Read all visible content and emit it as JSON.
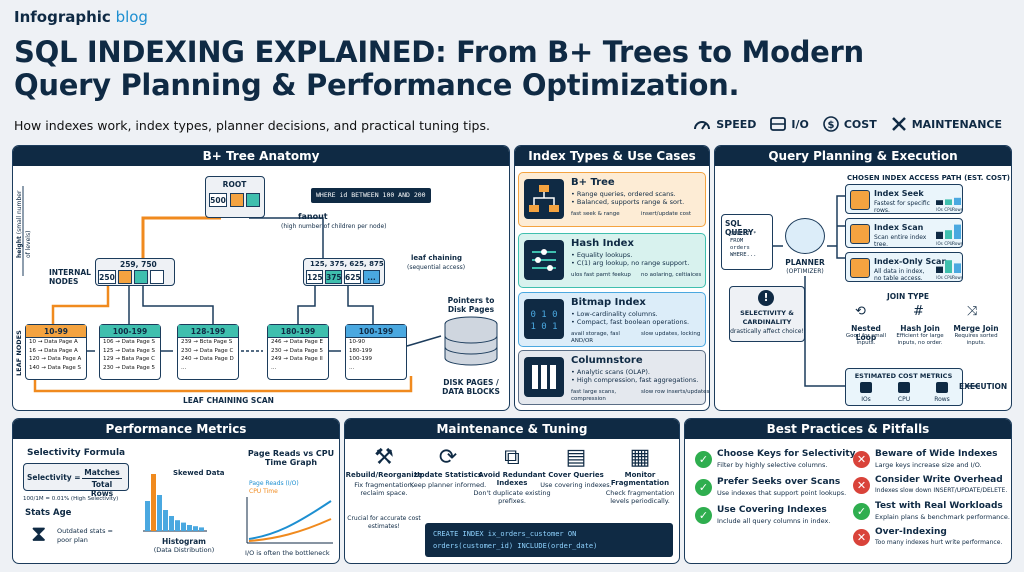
{
  "brand": {
    "part1": "Infographic",
    "part2": " blog"
  },
  "title_line1": "SQL INDEXING EXPLAINED: From B+ Trees to Modern",
  "title_line2": "Query Planning & Performance Optimization.",
  "subtitle": "How indexes work, index types, planner decisions, and practical tuning tips.",
  "legend": [
    {
      "icon": "speedometer-icon",
      "label": "SPEED"
    },
    {
      "icon": "disk-icon",
      "label": "I/O"
    },
    {
      "icon": "dollar-icon",
      "label": "COST"
    },
    {
      "icon": "wrench-icon",
      "label": "MAINTENANCE"
    }
  ],
  "btree": {
    "header": "B+ Tree Anatomy",
    "root_label": "ROOT",
    "root_key": "500",
    "query": "WHERE id BETWEEN 100 AND 200",
    "fanout": "fanout",
    "fanout_note": "(high number of children per node)",
    "height": "height",
    "height_note": "(small number of levels)",
    "internal_nodes": "INTERNAL NODES",
    "leaf_nodes": "LEAF NODES",
    "internal_left_range": "259, 750",
    "internal_left_key": "250",
    "internal_right_range": "125, 375, 625, 875",
    "internal_right_keys": [
      "125",
      "375",
      "625",
      "..."
    ],
    "leaf_chaining": "leaf chaining",
    "leaf_chaining_note": "(sequential access)",
    "pointers_to": "Pointers to Disk Pages",
    "disk_pages": "DISK PAGES / DATA BLOCKS",
    "scan_label": "LEAF CHAINING SCAN",
    "leaves": [
      {
        "head": "10-99",
        "rows": [
          "10 → Data Page A",
          "16 → Data Page A",
          "120 → Data Page A",
          "140 → Data Page S"
        ],
        "color": "#f4a340"
      },
      {
        "head": "100-199",
        "rows": [
          "106 → Data Page S",
          "125 → Data Page S",
          "129 → Bata Page C",
          "230 → Data Page 5"
        ],
        "color": "#3fbfae"
      },
      {
        "head": "128-199",
        "rows": [
          "239 → Bcta Page S",
          "230 → Data Page C",
          "240 → Data Page D",
          "..."
        ],
        "color": "#3fbfae"
      },
      {
        "head": "180-199",
        "rows": [
          "246 → Data Page E",
          "230 → Data Page 5",
          "249 → Data Page II",
          "..."
        ],
        "color": "#3fbfae"
      },
      {
        "head": "100-199",
        "rows": [
          "10-90",
          "180-199",
          "100-199",
          "..."
        ],
        "color": "#4aa8e0"
      }
    ]
  },
  "types": {
    "header": "Index Types & Use Cases",
    "cards": [
      {
        "name": "B+ Tree",
        "desc": [
          "• Range queries, ordered scans.",
          "• Balanced, supports range & sort."
        ],
        "pro": "fast seek & range",
        "con": "insert/update cost",
        "color": "#f4a340",
        "bg": "#fdecd5"
      },
      {
        "name": "Hash Index",
        "desc": [
          "• Equality lookups.",
          "• C(1) arg lookup, no range support."
        ],
        "pro": "ulos fast pamt feekup",
        "con": "no aolaring, celtiaices",
        "color": "#3fbfae",
        "bg": "#d8f2ee"
      },
      {
        "name": "Bitmap Index",
        "desc": [
          "• Low-cardinality columns.",
          "• Compact, fast boolean operations."
        ],
        "pro": "avail storage, fasl AND/OR",
        "con": "slow updates, locking",
        "color": "#4aa8e0",
        "bg": "#dcedf9"
      },
      {
        "name": "Columnstore",
        "desc": [
          "• Analytic scans (OLAP).",
          "• High compression, fast aggregations."
        ],
        "pro": "fast large scans, compression",
        "con": "slow row inserts/updates",
        "color": "#5a6d85",
        "bg": "#e4e8ee"
      }
    ]
  },
  "planning": {
    "header": "Query Planning & Execution",
    "sql_query": "SQL QUERY",
    "sql_code": [
      "SELECT *",
      "FROM",
      "orders",
      "WHERE..."
    ],
    "planner": "PLANNER",
    "optimizer": "(OPTIMIZER)",
    "chosen": "CHOSEN INDEX ACCESS PATH (EST. COST)",
    "paths": [
      {
        "name": "Index Seek",
        "desc": "Fastest for specific rows.",
        "bars": [
          0.3,
          0.35,
          0.45
        ]
      },
      {
        "name": "Index Scan",
        "desc": "Scan entire index tree.",
        "bars": [
          0.45,
          0.55,
          0.9
        ]
      },
      {
        "name": "Index-Only Scan",
        "desc": "All data in index, no table access.",
        "bars": [
          0.4,
          0.8,
          0.6
        ]
      }
    ],
    "bar_labels": [
      "IOs",
      "CPU",
      "Rows"
    ],
    "selectivity": "SELECTIVITY & CARDINALITY",
    "selectivity_note": "drastically affect choice!",
    "join_type": "JOIN TYPE",
    "joins": [
      {
        "name": "Nested Loop",
        "desc": "Good for small inputs."
      },
      {
        "name": "Hash Join",
        "desc": "Efficient for large inputs, no order."
      },
      {
        "name": "Merge Join",
        "desc": "Requires sorted inputs."
      }
    ],
    "estimated": "ESTIMATED COST METRICS",
    "metrics": [
      "IOs",
      "CPU",
      "Rows"
    ],
    "execution": "EXECUTION"
  },
  "perf": {
    "header": "Performance Metrics",
    "sel_formula": "Selectivity Formula",
    "sel_label": "Selectivity =",
    "numerator": "Matches",
    "denominator": "Total Rows",
    "example": "100/1M = 0.01% (High Selectivity)",
    "stats_age": "Stats Age",
    "stats_note": "Outdated stats = poor plan",
    "skewed": "Skewed Data",
    "histogram": "Histogram",
    "histogram_note": "(Data Distribution)",
    "histogram_data": {
      "values": [
        0.5,
        0.95,
        0.6,
        0.35,
        0.25,
        0.18,
        0.14,
        0.1,
        0.08,
        0.06
      ],
      "skewed_index": 1
    },
    "page_reads_title": "Page Reads vs CPU Time Graph",
    "series": [
      "Page Reads (I/O)",
      "CPU Time"
    ],
    "io_note": "I/O is often the bottleneck"
  },
  "maint": {
    "header": "Maintenance & Tuning",
    "items": [
      {
        "name": "Rebuild/Reorganize",
        "desc": "Fix fragmentation, reclaim space.",
        "icon": "tools-icon"
      },
      {
        "name": "Update Statistics",
        "desc": "Keep planner informed.",
        "icon": "refresh-icon"
      },
      {
        "name": "Avoid Redundant Indexes",
        "desc": "Don't duplicate existing prefixes.",
        "icon": "duplicate-icon"
      },
      {
        "name": "Cover Queries",
        "desc": "Use covering indexes.",
        "icon": "document-icon"
      },
      {
        "name": "Monitor Fragmentation",
        "desc": "Check fragmentation levels periodically.",
        "icon": "monitor-icon"
      }
    ],
    "crucial": "Crucial for accurate cost estimates!",
    "code1": "CREATE INDEX ix_orders_customer ON",
    "code2": "orders(customer_id) INCLUDE(order_date)"
  },
  "best": {
    "header": "Best Practices & Pitfalls",
    "do": [
      {
        "name": "Choose Keys for Selectivity",
        "desc": "Filter by highly selective columns."
      },
      {
        "name": "Prefer Seeks over Scans",
        "desc": "Use indexes that support point lookups."
      },
      {
        "name": "Use Covering Indexes",
        "desc": "Include all query columns in index."
      }
    ],
    "dont": [
      {
        "name": "Beware of Wide Indexes",
        "desc": "Large keys increase size and I/O."
      },
      {
        "name": "Consider Write Overhead",
        "desc": "Indexes slow down INSERT/UPDATE/DELETE."
      },
      {
        "name": "Test with Real Workloads",
        "desc": "Explain plans & benchmark performance."
      },
      {
        "name": "Over-Indexing",
        "desc": "Too many indexes hurt write performance."
      }
    ],
    "colors": {
      "good": "#2fae4f",
      "bad": "#d9433a"
    }
  }
}
